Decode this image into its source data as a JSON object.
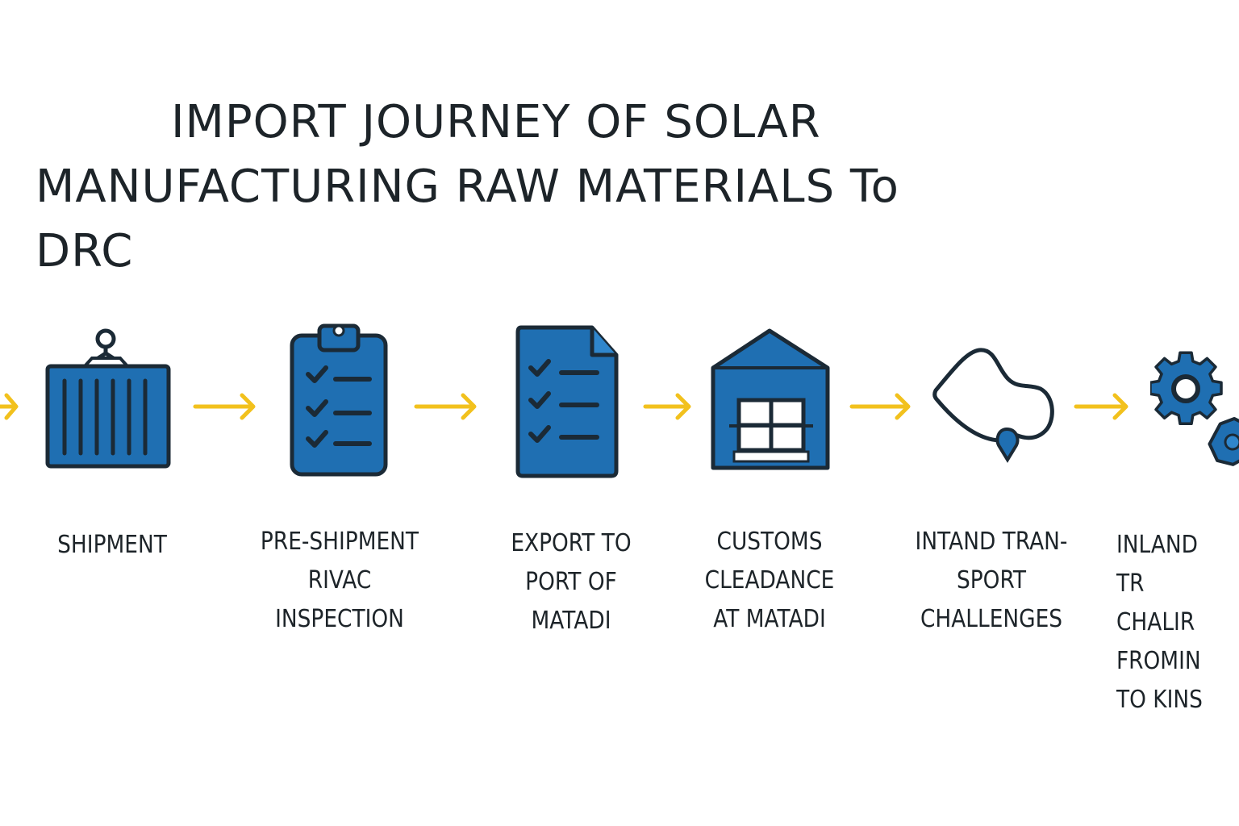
{
  "title": {
    "line1": "IMPORT JOURNEY OF SOLAR",
    "line2": "MANUFACTURING RAW MATERIALS To DRC"
  },
  "colors": {
    "icon_fill": "#1f6fb2",
    "outline": "#1b2a36",
    "arrow": "#f2c11d",
    "text": "#1d2429"
  },
  "steps": [
    {
      "label": "SHIPMENT",
      "icon": "shipping-container-icon"
    },
    {
      "label": "PRE-SHIPMENT\nRIVAC\nINSPECTION",
      "icon": "clipboard-checklist-icon"
    },
    {
      "label": "EXPORT TO\nPORT OF\nMATADI",
      "icon": "document-checklist-icon"
    },
    {
      "label": "CUSTOMS\nCLEADANCE\nAT MATADI",
      "icon": "warehouse-icon"
    },
    {
      "label": "INTAND TRAN-\nSPORT\nCHALLENGES",
      "icon": "route-pin-icon"
    },
    {
      "label": "INLAND TR\nCHALIR\nFROMIN\nTO KINS",
      "icon": "gears-icon"
    }
  ]
}
